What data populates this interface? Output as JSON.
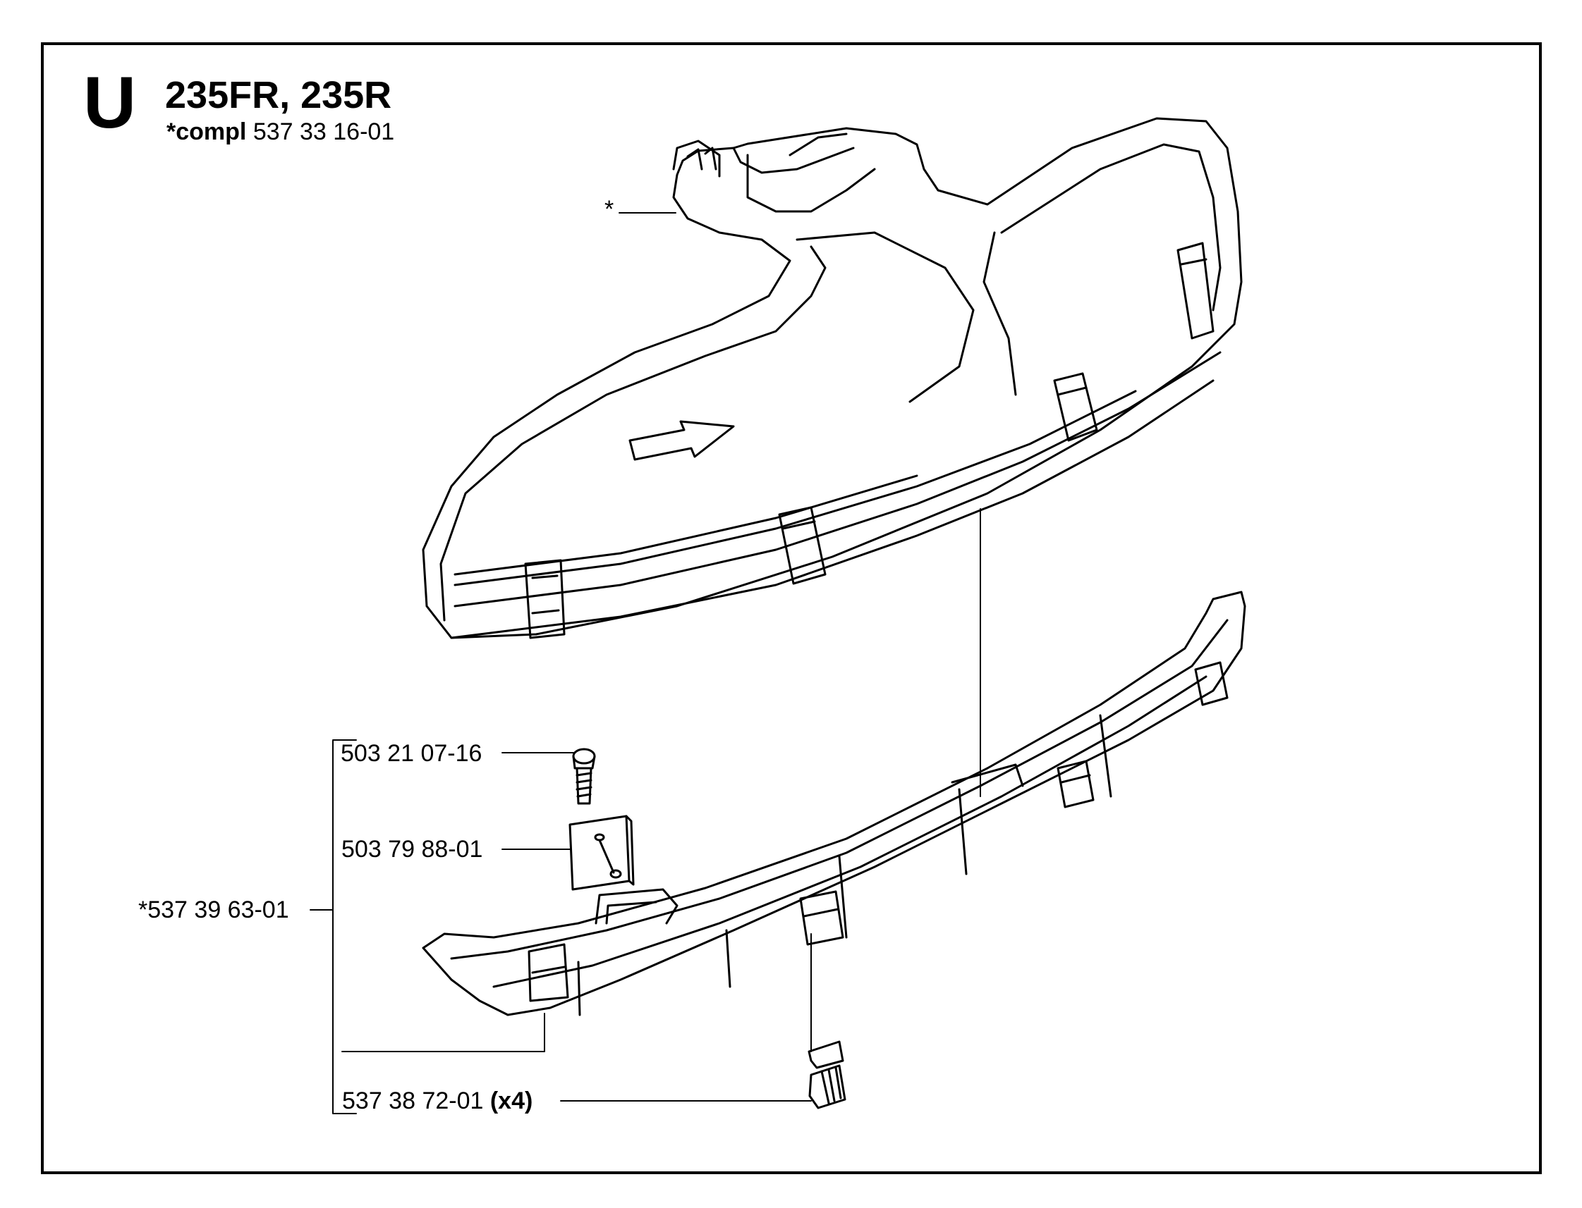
{
  "header": {
    "section_letter": "U",
    "models": "235FR, 235R",
    "compl_prefix": "*compl",
    "compl_number": "537 33 16-01"
  },
  "callouts": {
    "asterisk": "*",
    "screw": "503 21 07-16",
    "plate": "503 79 88-01",
    "assembly": "*537 39 63-01",
    "clip": "537 38 72-01",
    "clip_qty": "(x4)"
  }
}
